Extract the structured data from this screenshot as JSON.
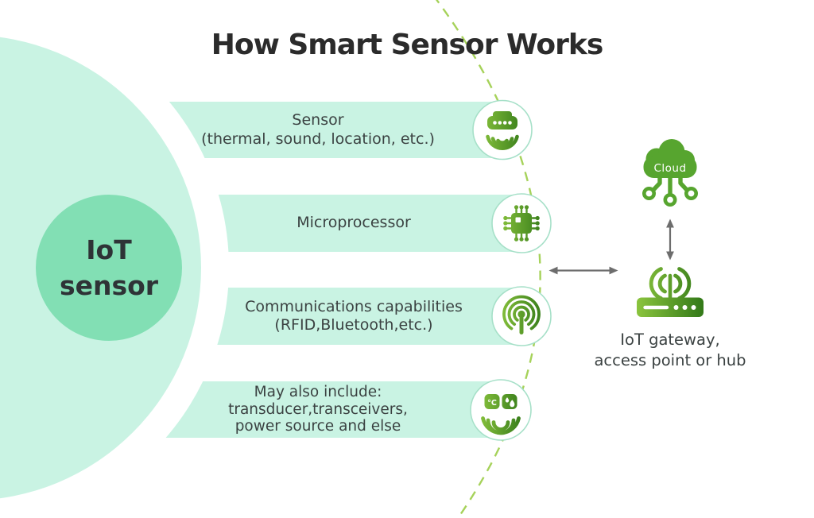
{
  "title": "How Smart Sensor Works",
  "center_bubble": {
    "lines": [
      "IoT",
      "sensor"
    ]
  },
  "rows": [
    {
      "lines": [
        "Sensor",
        "(thermal, sound, location, etc.)"
      ],
      "icon": "sensor-device-icon"
    },
    {
      "lines": [
        "Microprocessor"
      ],
      "icon": "microprocessor-chip-icon"
    },
    {
      "lines": [
        "Communications capabilities",
        "(RFID,Bluetooth,etc.)"
      ],
      "icon": "broadcast-signal-icon"
    },
    {
      "lines": [
        "May also include:",
        "transducer,transceivers,",
        "power source and else"
      ],
      "icon": "multi-sensor-icon",
      "badge_temperature": "°C"
    }
  ],
  "right_panel": {
    "cloud_label": "Cloud",
    "cloud_icon": "cloud-network-icon",
    "gateway_icon": "router-antenna-icon",
    "gateway_caption": [
      "IoT gateway,",
      "access point or hub"
    ]
  },
  "colors": {
    "bar_mint": "#c9f3e3",
    "bubble_green": "#82dfb4",
    "icon_green_light": "#8ec73f",
    "icon_green_dark": "#2f7617",
    "cloud_green": "#57a52f",
    "dashed_line": "#a6d25a",
    "arrow_gray": "#6d6d6d",
    "title_text": "#2b2b2b",
    "body_text": "#3b4242"
  }
}
